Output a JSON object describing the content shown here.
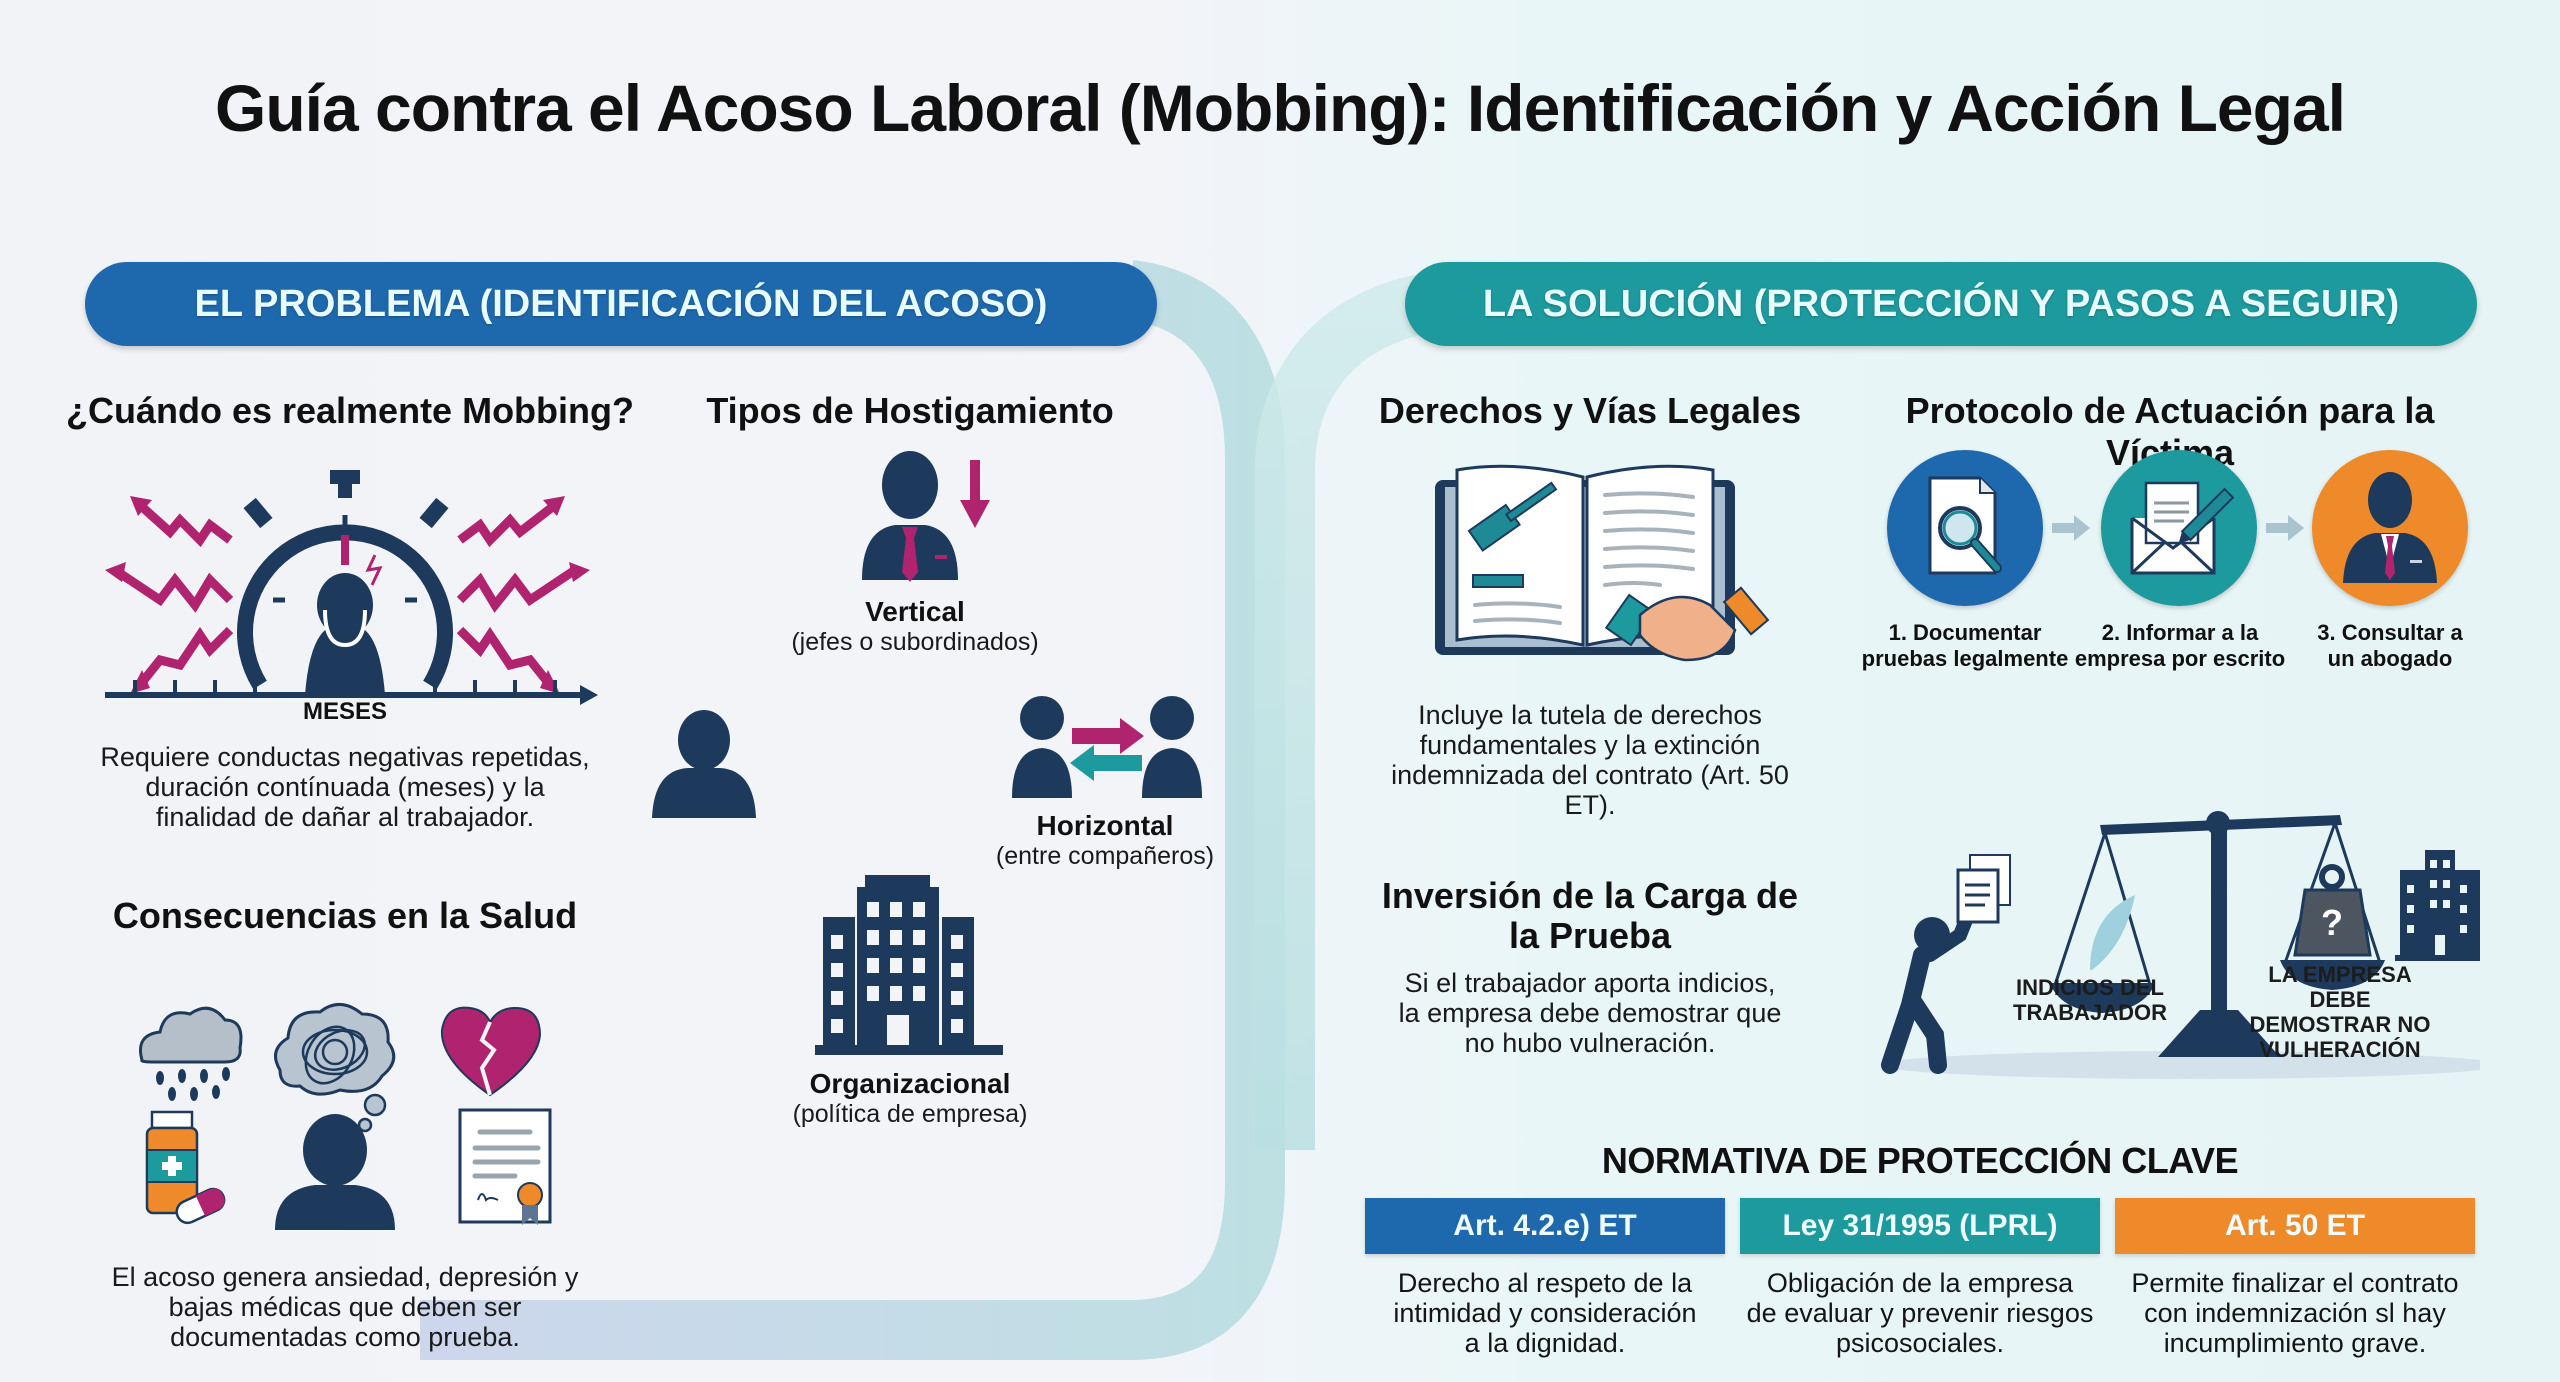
{
  "title": "Guía contra el Acoso Laboral (Mobbing): Identificación y Acción Legal",
  "colors": {
    "navy": "#1d3a5c",
    "magenta": "#b0246f",
    "teal": "#1d9a9e",
    "blue": "#1e69ad",
    "orange": "#ee8a2a"
  },
  "problem": {
    "header": "EL PROBLEMA (IDENTIFICACIÓN DEL ACOSO)",
    "when": {
      "heading": "¿Cuándo es realmente Mobbing?",
      "timeline_label": "MESES",
      "icon": "stopwatch-stress-icon",
      "description_lines": [
        "Requiere conductas negativas repetidas,",
        "duración contínuada (meses) y la",
        "finalidad de dañar al trabajador."
      ]
    },
    "types": {
      "heading": "Tipos de Hostigamiento",
      "items": [
        {
          "name": "Vertical",
          "detail": "(jefes o subordinados)",
          "icon": "boss-arrow-down-icon"
        },
        {
          "name": "Horizontal",
          "detail": "(entre compañeros)",
          "icon": "peers-exchange-icon"
        },
        {
          "name": "Organizacional",
          "detail": "(política de empresa)",
          "icon": "building-icon"
        }
      ]
    },
    "health": {
      "heading": "Consecuencias en la Salud",
      "icons": [
        "rain-cloud-icon",
        "tangled-thought-icon",
        "broken-heart-icon",
        "medicine-bottle-icon",
        "person-icon",
        "medical-certificate-icon"
      ],
      "description_lines": [
        "El acoso genera ansiedad, depresión y",
        "bajas médicas que deben ser",
        "documentadas como prueba."
      ]
    }
  },
  "solution": {
    "header": "LA SOLUCIÓN (PROTECCIÓN Y PASOS A SEGUIR)",
    "rights": {
      "heading": "Derechos y Vías Legales",
      "icon": "law-book-handshake-icon",
      "description_lines": [
        "Incluye la tutela de derechos",
        "fundamentales y la extinción",
        "indemnizada del contrato (Art. 50",
        "ET)."
      ]
    },
    "protocol": {
      "heading": "Protocolo de Actuación para la Víctima",
      "steps": [
        {
          "line1": "1. Documentar",
          "line2": "pruebas legalmente",
          "icon": "document-search-icon",
          "color": "#1e69ad"
        },
        {
          "line1": "2. Informar a la",
          "line2": "empresa por escrito",
          "icon": "letter-pen-icon",
          "color": "#1d9a9e"
        },
        {
          "line1": "3. Consultar a",
          "line2": "un abogado",
          "icon": "lawyer-icon",
          "color": "#ee8a2a"
        }
      ]
    },
    "burden": {
      "heading_lines": [
        "Inversión de la Carga de",
        "la Prueba"
      ],
      "description_lines": [
        "Si el trabajador aporta indicios,",
        "la empresa debe demostrar que",
        "no hubo vulneración."
      ],
      "scale_left_label": [
        "INDICIOS DEL",
        "TRABAJADOR"
      ],
      "scale_right_label": [
        "LA EMPRESA DEBE",
        "DEMOSTRAR NO",
        "VULHERACIÓN"
      ]
    },
    "norms": {
      "heading": "NORMATIVA DE PROTECCIÓN CLAVE",
      "items": [
        {
          "label": "Art. 4.2.e) ET",
          "color": "#1e69ad",
          "desc": [
            "Derecho al respeto de la",
            "intimidad y consideración",
            "a la dignidad."
          ]
        },
        {
          "label": "Ley 31/1995 (LPRL)",
          "color": "#1d9a9e",
          "desc": [
            "Obligación de la empresa",
            "de evaluar y prevenir riesgos",
            "psicosociales."
          ]
        },
        {
          "label": "Art. 50 ET",
          "color": "#ee8a2a",
          "desc": [
            "Permite finalizar el contrato",
            "con indemnización sl hay",
            "incumplimiento grave."
          ]
        }
      ]
    }
  }
}
